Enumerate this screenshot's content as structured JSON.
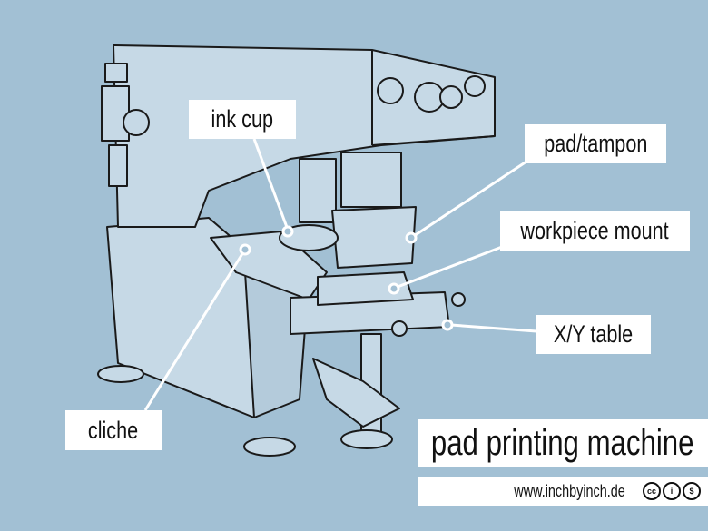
{
  "title": "pad printing machine",
  "website": "www.inchbyinch.de",
  "license_icons": [
    "cc-icon",
    "attribution-icon",
    "noncommercial-icon"
  ],
  "labels": {
    "ink_cup": "ink cup",
    "pad_tampon": "pad/tampon",
    "workpiece_mount": "workpiece mount",
    "xy_table": "X/Y table",
    "cliche": "cliche"
  },
  "colors": {
    "background": "#a2c0d4",
    "machine": "#c6d9e6",
    "outline": "#1a1a1a"
  }
}
